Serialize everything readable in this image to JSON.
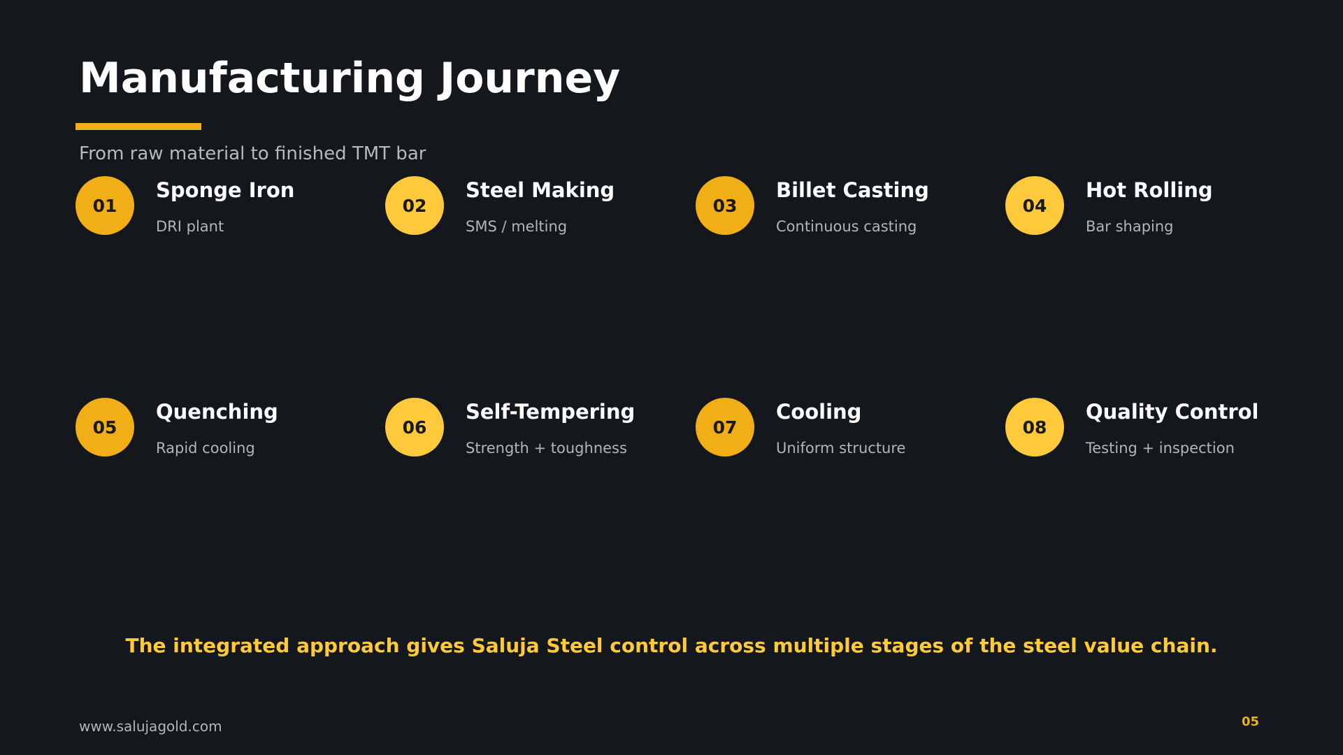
{
  "slide": {
    "title": "Manufacturing Journey",
    "subtitle": "From raw material to finished TMT bar",
    "steps": [
      {
        "number": "01",
        "title": "Sponge Iron",
        "desc": "DRI plant"
      },
      {
        "number": "02",
        "title": "Steel Making",
        "desc": "SMS / melting"
      },
      {
        "number": "03",
        "title": "Billet Casting",
        "desc": "Continuous casting"
      },
      {
        "number": "04",
        "title": "Hot Rolling",
        "desc": "Bar shaping"
      },
      {
        "number": "05",
        "title": "Quenching",
        "desc": "Rapid cooling"
      },
      {
        "number": "06",
        "title": "Self-Tempering",
        "desc": "Strength + toughness"
      },
      {
        "number": "07",
        "title": "Cooling",
        "desc": "Uniform structure"
      },
      {
        "number": "08",
        "title": "Quality Control",
        "desc": "Testing + inspection"
      }
    ],
    "tagline": "The integrated approach gives Saluja Steel control across multiple stages of the steel value chain.",
    "footer_url": "www.salujagold.com",
    "page_number": "05"
  },
  "colors": {
    "background": "#14171b",
    "accent": "#f0ae1a",
    "accent_light": "#ffc93c",
    "text_primary": "#ffffff",
    "text_secondary": "#b3b6b9"
  }
}
